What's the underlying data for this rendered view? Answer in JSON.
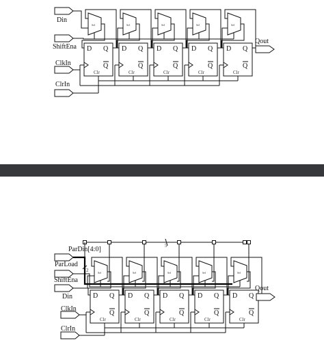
{
  "window": {
    "divider_color": "#35373b"
  },
  "top_diagram": {
    "inputs": {
      "din": "Din",
      "shift_ena": "ShiftEna",
      "clk_in": "ClkIn",
      "clr_in": "ClrIn"
    },
    "output": "Qout",
    "flip_flop": {
      "d": "D",
      "q": "Q",
      "qbar": "Q",
      "clr": "Clr"
    },
    "mux_label": "Sel",
    "stage_count": 5
  },
  "bottom_diagram": {
    "inputs": {
      "par_din": "ParDin[4:0]",
      "par_load": "ParLoad",
      "shift_ena": "ShiftEna",
      "din": "Din",
      "clk_in": "ClkIn",
      "clr_in": "ClrIn"
    },
    "output": "Qout",
    "bus_width_par": "5",
    "bus_width_sel": "2",
    "flip_flop": {
      "d": "D",
      "q": "Q",
      "qbar": "Q",
      "clr": "Clr"
    },
    "mux_label": "Sel",
    "stage_count": 5
  },
  "icons": {
    "input_port": "pentagon-arrow-icon",
    "output_port": "pentagon-arrow-icon",
    "flip_flop": "d-flip-flop-symbol",
    "mux": "multiplexer-symbol"
  }
}
